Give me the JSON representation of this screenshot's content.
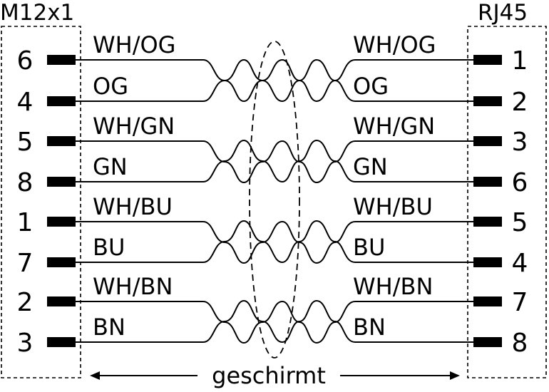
{
  "left_connector": {
    "title": "M12x1",
    "pins": [
      "6",
      "4",
      "5",
      "8",
      "1",
      "7",
      "2",
      "3"
    ]
  },
  "right_connector": {
    "title": "RJ45",
    "pins": [
      "1",
      "2",
      "3",
      "6",
      "5",
      "4",
      "7",
      "8"
    ]
  },
  "wires": [
    {
      "label": "WH/OG"
    },
    {
      "label": "OG"
    },
    {
      "label": "WH/GN"
    },
    {
      "label": "GN"
    },
    {
      "label": "WH/BU"
    },
    {
      "label": "BU"
    },
    {
      "label": "WH/BN"
    },
    {
      "label": "BN"
    }
  ],
  "shield_label": "geschirmt",
  "colors": {
    "line": "#000000",
    "background": "#ffffff"
  }
}
